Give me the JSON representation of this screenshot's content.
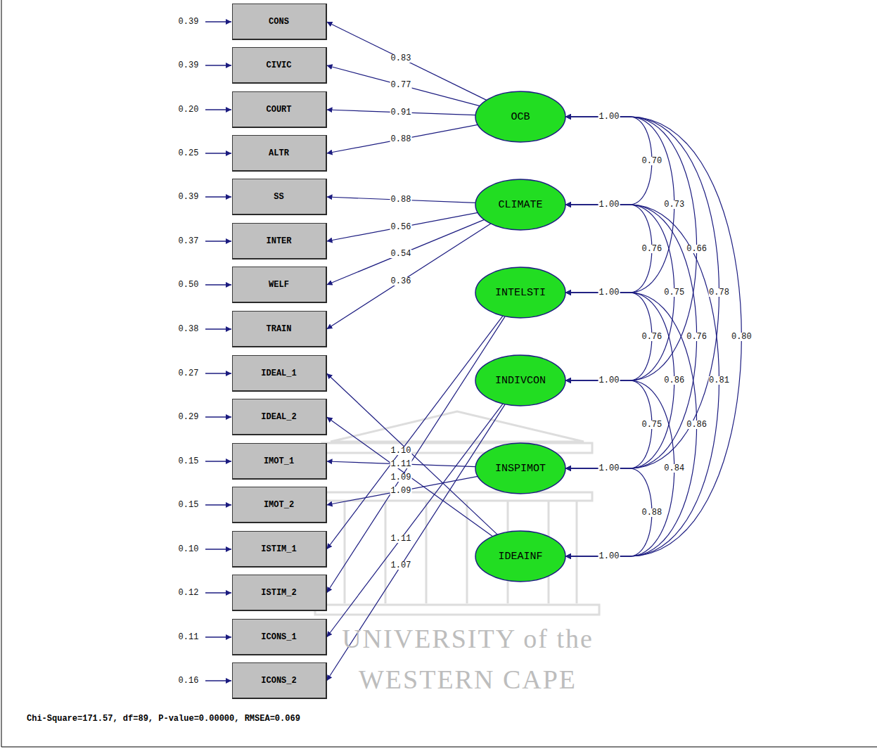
{
  "diagram": {
    "nodes": [
      {
        "text": [
          "CONS"
        ]
      },
      {
        "text": [
          "CIVIC"
        ]
      },
      {
        "text": [
          "COURT"
        ]
      },
      {
        "text": [
          "ALTR"
        ]
      },
      {
        "text": [
          "SS"
        ]
      },
      {
        "text": [
          "INTER"
        ]
      },
      {
        "text": [
          "WELF"
        ]
      },
      {
        "text": [
          "TRAIN"
        ]
      },
      {
        "text": [
          "IDEAL_1"
        ]
      },
      {
        "text": [
          "IDEAL_2"
        ]
      },
      {
        "text": [
          "IMOT_1"
        ]
      },
      {
        "text": [
          "IMOT_2"
        ]
      },
      {
        "text": [
          "ISTIM_1"
        ]
      },
      {
        "text": [
          "ISTIM_2"
        ]
      },
      {
        "text": [
          "ICONS_1"
        ]
      },
      {
        "text": [
          "ICONS_2"
        ]
      },
      {
        "text": [
          "OCB"
        ]
      },
      {
        "text": [
          "CLIMATE"
        ]
      },
      {
        "text": [
          "INTELSTI"
        ]
      },
      {
        "text": [
          "INDIVCON"
        ]
      },
      {
        "text": [
          "INSPIMOT"
        ]
      },
      {
        "text": [
          "IDEAINF"
        ]
      }
    ],
    "edges": [
      {
        "from": 16,
        "to": 0,
        "arrow": "to",
        "label": "0.83"
      },
      {
        "from": 16,
        "to": 1,
        "arrow": "to",
        "label": "0.77"
      },
      {
        "from": 16,
        "to": 2,
        "arrow": "to",
        "label": "0.91"
      },
      {
        "from": 16,
        "to": 3,
        "arrow": "to",
        "label": "0.88"
      },
      {
        "from": 17,
        "to": 4,
        "arrow": "to",
        "label": "0.88"
      },
      {
        "from": 17,
        "to": 5,
        "arrow": "to",
        "label": "0.56"
      },
      {
        "from": 17,
        "to": 6,
        "arrow": "to",
        "label": "0.54"
      },
      {
        "from": 17,
        "to": 7,
        "arrow": "to",
        "label": "0.36"
      },
      {
        "from": 21,
        "to": 8,
        "arrow": "to"
      },
      {
        "from": 21,
        "to": 9,
        "arrow": "to"
      },
      {
        "from": 20,
        "to": 10,
        "arrow": "to",
        "label": "1.11"
      },
      {
        "from": 20,
        "to": 11,
        "arrow": "to",
        "label": "1.09"
      },
      {
        "from": 18,
        "to": 12,
        "arrow": "to",
        "label": "1.10"
      },
      {
        "from": 18,
        "to": 13,
        "arrow": "to",
        "label": "1.09"
      },
      {
        "from": 19,
        "to": 14,
        "arrow": "to",
        "label": "1.11"
      },
      {
        "from": 19,
        "to": 15,
        "arrow": "to",
        "label": "1.07"
      },
      {
        "from": 16,
        "to": 17,
        "arrow": "both",
        "label": "0.70"
      },
      {
        "from": 16,
        "to": 18,
        "arrow": "both",
        "label": "0.73"
      },
      {
        "from": 17,
        "to": 18,
        "arrow": "both",
        "label": "0.76"
      },
      {
        "from": 16,
        "to": 19,
        "arrow": "both",
        "label": "0.66"
      },
      {
        "from": 17,
        "to": 19,
        "arrow": "both",
        "label": "0.75"
      },
      {
        "from": 16,
        "to": 20,
        "arrow": "both",
        "label": "0.78"
      },
      {
        "from": 18,
        "to": 19,
        "arrow": "both",
        "label": "0.76"
      },
      {
        "from": 17,
        "to": 20,
        "arrow": "both",
        "label": "0.76"
      },
      {
        "from": 16,
        "to": 21,
        "arrow": "both",
        "label": "0.80"
      },
      {
        "from": 18,
        "to": 20,
        "arrow": "both",
        "label": "0.86"
      },
      {
        "from": 17,
        "to": 21,
        "arrow": "both",
        "label": "0.81"
      },
      {
        "from": 19,
        "to": 20,
        "arrow": "both",
        "label": "0.75"
      },
      {
        "from": 18,
        "to": 21,
        "arrow": "both",
        "label": "0.86"
      },
      {
        "from": 19,
        "to": 21,
        "arrow": "both",
        "label": "0.84"
      },
      {
        "from": 20,
        "to": 21,
        "arrow": "both",
        "label": "0.88"
      }
    ],
    "labels": [
      "0.39",
      "0.39",
      "0.20",
      "0.25",
      "0.39",
      "0.37",
      "0.50",
      "0.38",
      "0.27",
      "0.29",
      "0.15",
      "0.15",
      "0.10",
      "0.12",
      "0.11",
      "0.16",
      "1.00",
      "1.00",
      "1.00",
      "1.00",
      "1.00",
      "1.00",
      "Chi-Square=171.57, df=89, P-value=0.00000, RMSEA=0.069",
      "UNIVERSITY of the",
      "WESTERN CAPE"
    ]
  }
}
